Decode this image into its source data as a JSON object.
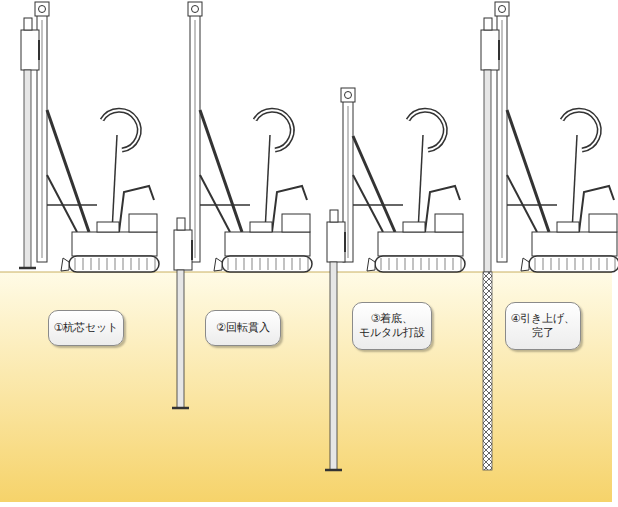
{
  "diagram": {
    "nodes": [
      {
        "text": [
          "①杭芯セット"
        ]
      },
      {
        "text": [
          "②回転貫入"
        ]
      },
      {
        "text": [
          "③着底、 モルタル打設"
        ]
      },
      {
        "text": [
          "④引き上げ、 完了"
        ]
      }
    ],
    "edges": []
  }
}
